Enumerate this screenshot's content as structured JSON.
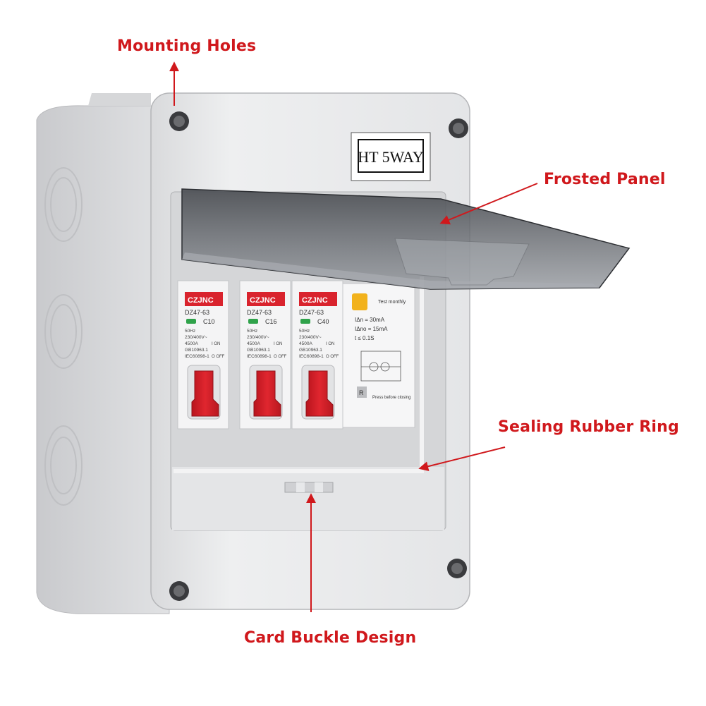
{
  "callouts": {
    "mounting_holes": "Mounting Holes",
    "frosted_panel": "Frosted Panel",
    "sealing_ring": "Sealing Rubber Ring",
    "card_buckle": "Card Buckle Design"
  },
  "box_label": "HT  5WAY",
  "breakers": [
    {
      "brand": "CZJNC",
      "model": "DZ47-63",
      "rating": "C10",
      "freq": "50Hz",
      "volt": "230/400V~",
      "cap": "4500A",
      "std1": "GB10963.1",
      "std2": "IEC60898-1",
      "on": "I ON",
      "off": "O OFF"
    },
    {
      "brand": "CZJNC",
      "model": "DZ47-63",
      "rating": "C16",
      "freq": "50Hz",
      "volt": "230/400V~",
      "cap": "4500A",
      "std1": "GB10963.1",
      "std2": "IEC60898-1",
      "on": "I ON",
      "off": "O OFF"
    },
    {
      "brand": "CZJNC",
      "model": "DZ47-63",
      "rating": "C40",
      "freq": "50Hz",
      "volt": "230/400V~",
      "cap": "4500A",
      "std1": "GB10963.1",
      "std2": "IEC60898-1",
      "on": "I ON",
      "off": "O OFF"
    }
  ],
  "rcd": {
    "test": "Test monthly",
    "line1": "IΔn = 30mA",
    "line2": "IΔno = 15mA",
    "line3": "t ≤ 0.1S",
    "reset": "R",
    "press": "Press before closing"
  },
  "colors": {
    "callout": "#d0181c",
    "enclosure": "#e9eaec",
    "breaker_red": "#d9232d",
    "cover_dark": "#3f4247",
    "test_button": "#f2b21c"
  }
}
